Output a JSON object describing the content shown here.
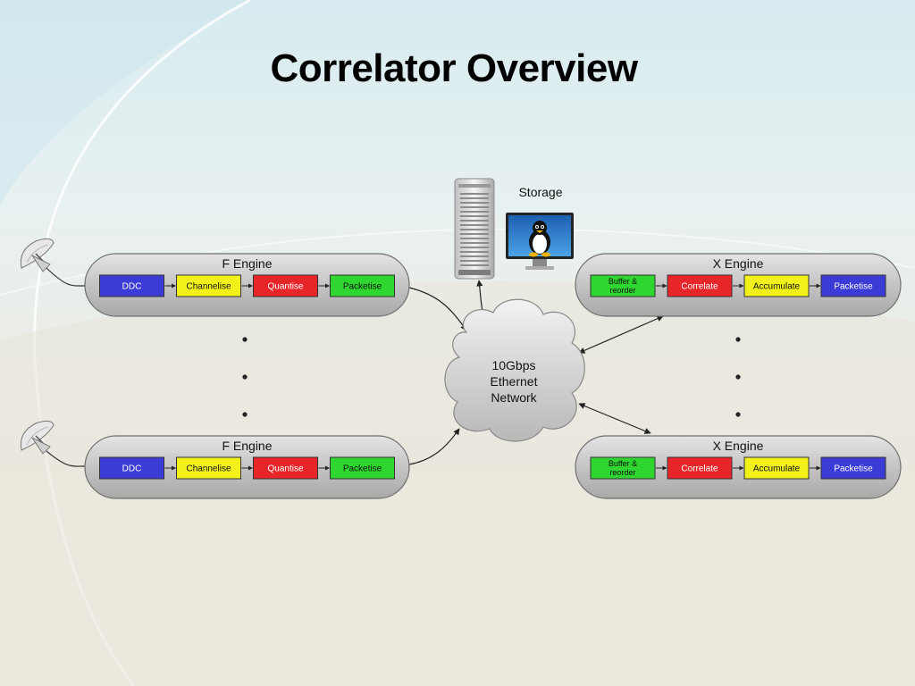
{
  "title": "Correlator Overview",
  "storage_label": "Storage",
  "network_label": [
    "10Gbps",
    "Ethernet",
    "Network"
  ],
  "f_engines": [
    {
      "label": "F Engine",
      "blocks": [
        {
          "text": [
            "DDC"
          ],
          "color": "#3b3bd6"
        },
        {
          "text": [
            "Channelise"
          ],
          "color": "#f2f21a"
        },
        {
          "text": [
            "Quantise"
          ],
          "color": "#e8262a"
        },
        {
          "text": [
            "Packetise"
          ],
          "color": "#2fd62f"
        }
      ]
    },
    {
      "label": "F Engine",
      "blocks": [
        {
          "text": [
            "DDC"
          ],
          "color": "#3b3bd6"
        },
        {
          "text": [
            "Channelise"
          ],
          "color": "#f2f21a"
        },
        {
          "text": [
            "Quantise"
          ],
          "color": "#e8262a"
        },
        {
          "text": [
            "Packetise"
          ],
          "color": "#2fd62f"
        }
      ]
    }
  ],
  "x_engines": [
    {
      "label": "X Engine",
      "blocks": [
        {
          "text": [
            "Buffer &",
            "reorder"
          ],
          "color": "#2fd62f"
        },
        {
          "text": [
            "Correlate"
          ],
          "color": "#e8262a"
        },
        {
          "text": [
            "Accumulate"
          ],
          "color": "#f2f21a"
        },
        {
          "text": [
            "Packetise"
          ],
          "color": "#3b3bd6"
        }
      ]
    },
    {
      "label": "X Engine",
      "blocks": [
        {
          "text": [
            "Buffer &",
            "reorder"
          ],
          "color": "#2fd62f"
        },
        {
          "text": [
            "Correlate"
          ],
          "color": "#e8262a"
        },
        {
          "text": [
            "Accumulate"
          ],
          "color": "#f2f21a"
        },
        {
          "text": [
            "Packetise"
          ],
          "color": "#3b3bd6"
        }
      ]
    }
  ],
  "icons": {
    "antenna": "satellite-dish-icon",
    "server": "server-tower-icon",
    "monitor": "linux-penguin-monitor-icon"
  }
}
